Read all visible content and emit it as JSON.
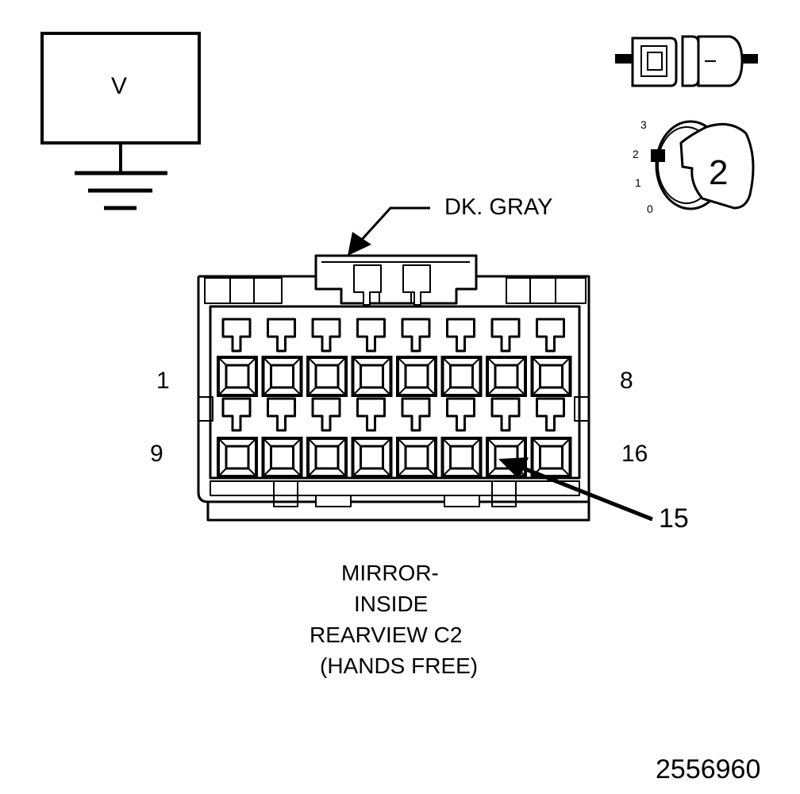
{
  "voltmeter": {
    "label": "V"
  },
  "connector": {
    "color_label": "DK. GRAY",
    "pin_labels": {
      "top_left": "1",
      "top_right": "8",
      "bottom_left": "9",
      "bottom_right": "16"
    },
    "callout_pin": "15",
    "caption": [
      "MIRROR-",
      "INSIDE",
      "REARVIEW C2",
      "(HANDS FREE)"
    ]
  },
  "position_selector": {
    "positions": [
      "3",
      "2",
      "1",
      "0"
    ],
    "selected": "2"
  },
  "figure_number": "2556960"
}
